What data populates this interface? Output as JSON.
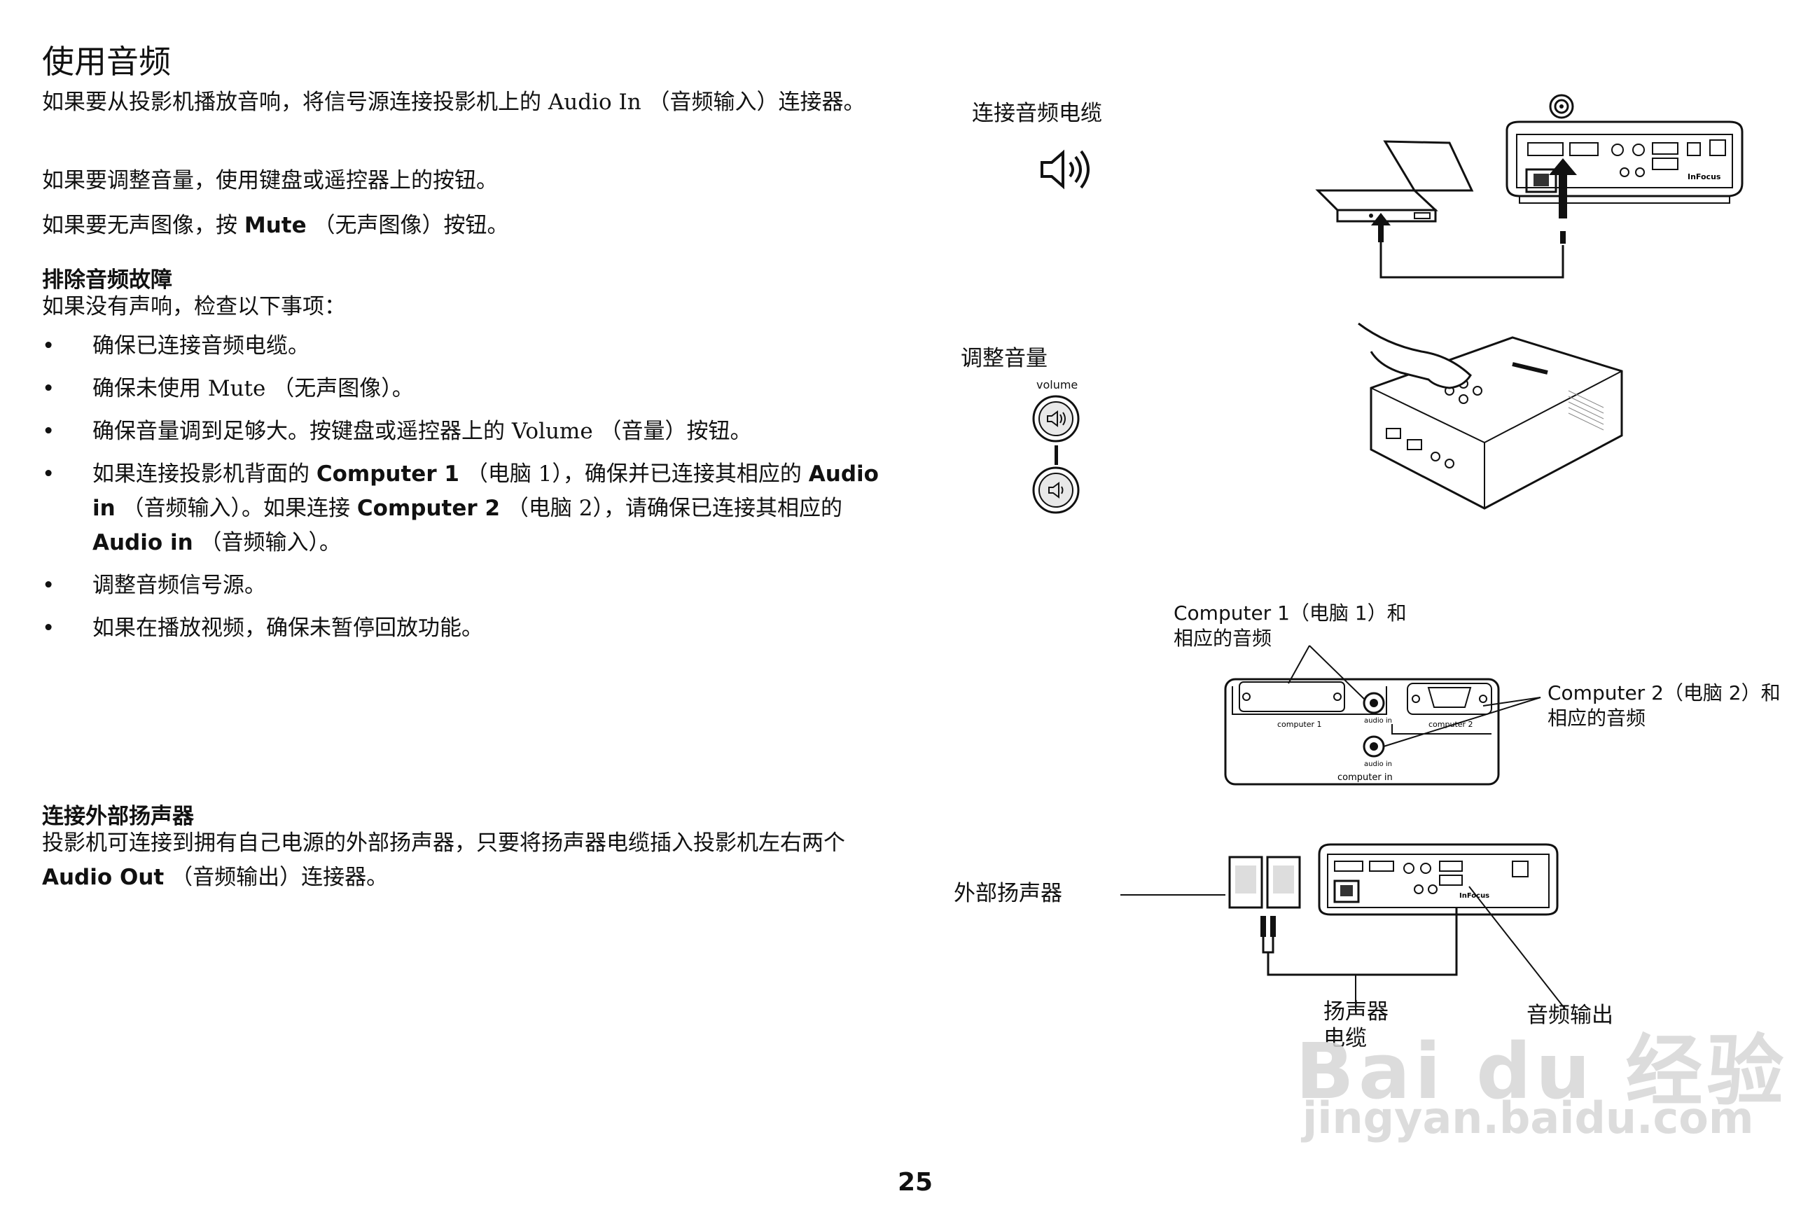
{
  "page": {
    "title": "使用音频",
    "intro": [
      {
        "parts": [
          {
            "t": "如果要从投影机播放音响，将信号源连接投影机上的 Audio In （音频输入）连接器。",
            "b": false
          }
        ]
      },
      {
        "parts": [
          {
            "t": "如果要调整音量，使用键盘或遥控器上的按钮。",
            "b": false
          }
        ]
      },
      {
        "parts": [
          {
            "t": "如果要无声图像，按 ",
            "b": false
          },
          {
            "t": "Mute",
            "b": true
          },
          {
            "t": " （无声图像）按钮。",
            "b": false
          }
        ]
      }
    ],
    "troubleshoot": {
      "heading": "排除音频故障",
      "lead": "如果没有声响，检查以下事项：",
      "bullet_glyph": "•",
      "items": [
        {
          "parts": [
            {
              "t": "确保已连接音频电缆。",
              "b": false
            }
          ]
        },
        {
          "parts": [
            {
              "t": "确保未使用 Mute （无声图像）。",
              "b": false
            }
          ]
        },
        {
          "parts": [
            {
              "t": "确保音量调到足够大。按键盘或遥控器上的 Volume （音量）按钮。",
              "b": false
            }
          ]
        },
        {
          "parts": [
            {
              "t": "如果连接投影机背面的 ",
              "b": false
            },
            {
              "t": "Computer 1",
              "b": true
            },
            {
              "t": " （电脑 1），确保并已连接其相应的 ",
              "b": false
            },
            {
              "t": "Audio in",
              "b": true
            },
            {
              "t": " （音频输入）。如果连接 ",
              "b": false
            },
            {
              "t": "Computer 2",
              "b": true
            },
            {
              "t": " （电脑 2），请确保已连接其相应的 ",
              "b": false
            },
            {
              "t": "Audio in",
              "b": true
            },
            {
              "t": " （音频输入）。",
              "b": false
            }
          ]
        },
        {
          "parts": [
            {
              "t": "调整音频信号源。",
              "b": false
            }
          ]
        },
        {
          "parts": [
            {
              "t": "如果在播放视频，确保未暂停回放功能。",
              "b": false
            }
          ]
        }
      ]
    },
    "speakers": {
      "heading": "连接外部扬声器",
      "parts": [
        {
          "t": "投影机可连接到拥有自己电源的外部扬声器，只要将扬声器电缆插入投影机左右两个 ",
          "b": false
        },
        {
          "t": "Audio Out",
          "b": true
        },
        {
          "t": " （音频输出）连接器。",
          "b": false
        }
      ]
    },
    "page_number": "25"
  },
  "figures": {
    "connect_cable_label": "连接音频电缆",
    "adjust_volume_label": "调整音量",
    "volume_key_label": "volume",
    "panel_callout_left": [
      "Computer 1（电脑 1）和",
      "相应的音频"
    ],
    "panel_callout_right": [
      "Computer 2（电脑 2）和",
      "相应的音频"
    ],
    "panel_labels": {
      "computer1": "computer 1",
      "computer2": "computer 2",
      "audio_in_top": "audio in",
      "audio_in_bottom": "audio in",
      "computer_in": "computer in"
    },
    "brand": "InFocus",
    "external_speakers_label": "外部扬声器",
    "speaker_cable_label": [
      "扬声器",
      "电缆"
    ],
    "audio_out_label": "音频输出"
  },
  "watermark": {
    "logo": "Bai du 经验",
    "url": "jingyan.baidu.com"
  }
}
